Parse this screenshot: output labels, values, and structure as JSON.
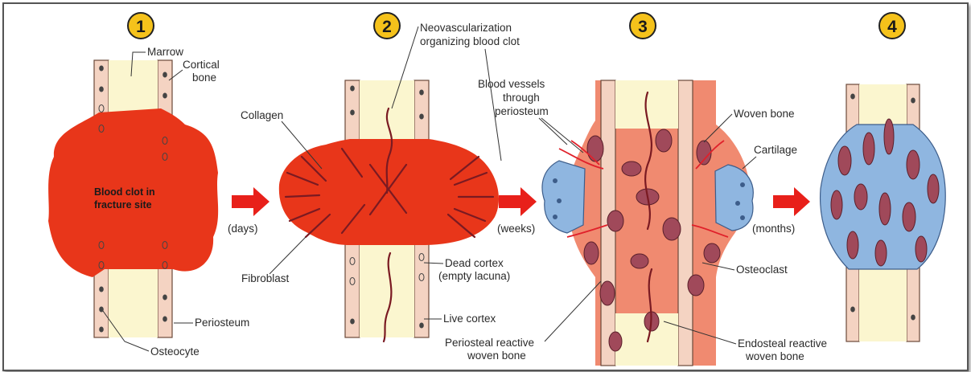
{
  "colors": {
    "clot": "#e8361a",
    "bone": "#f4d3c2",
    "marrow": "#fbf6cf",
    "cartilage": "#8fb6e0",
    "woven": "#a0495a",
    "arrow": "#e8201a",
    "badge": "#f5c21b"
  },
  "stages": [
    {
      "number": "1"
    },
    {
      "number": "2"
    },
    {
      "number": "3"
    },
    {
      "number": "4"
    }
  ],
  "arrows": [
    {
      "label": "(days)"
    },
    {
      "label": "(weeks)"
    },
    {
      "label": "(months)"
    }
  ],
  "labels": {
    "marrow": "Marrow",
    "cortical_bone_1": "Cortical",
    "cortical_bone_2": "bone",
    "blood_clot_1": "Blood clot in",
    "blood_clot_2": "fracture site",
    "periosteum": "Periosteum",
    "osteocyte": "Osteocyte",
    "collagen": "Collagen",
    "fibroblast": "Fibroblast",
    "neovasc_1": "Neovascularization",
    "neovasc_2": "organizing blood clot",
    "dead_cortex_1": "Dead cortex",
    "dead_cortex_2": "(empty lacuna)",
    "live_cortex": "Live cortex",
    "blood_vessels_1": "Blood vessels",
    "blood_vessels_2": "through",
    "blood_vessels_3": "periosteum",
    "woven_bone": "Woven bone",
    "cartilage": "Cartilage",
    "osteoclast": "Osteoclast",
    "periosteal_1": "Periosteal reactive",
    "periosteal_2": "woven bone",
    "endosteal_1": "Endosteal reactive",
    "endosteal_2": "woven bone"
  }
}
